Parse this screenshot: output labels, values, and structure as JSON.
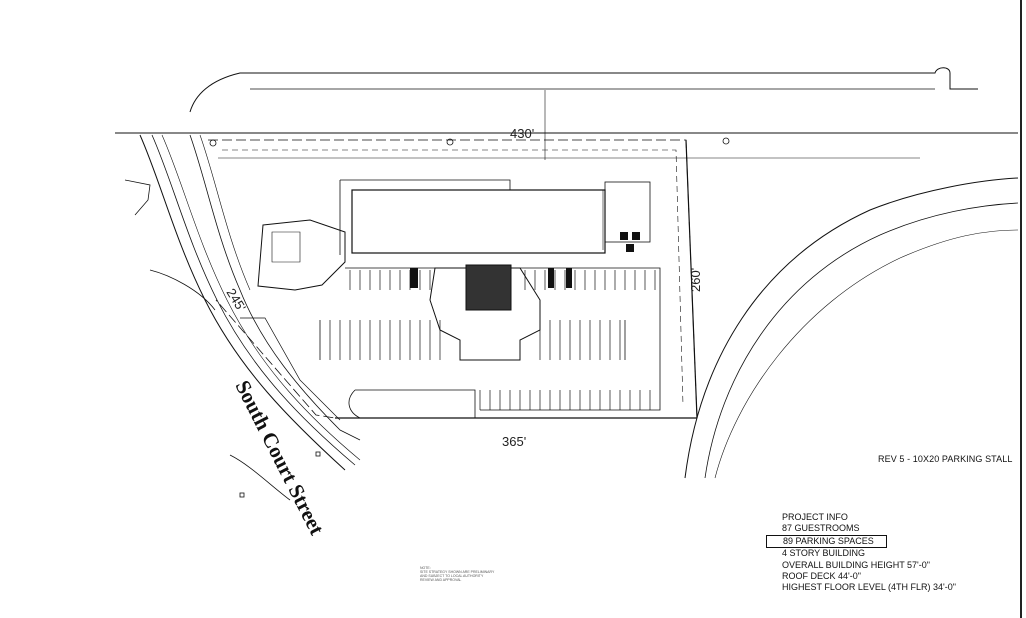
{
  "dimensions": {
    "top_frontage": "430'",
    "right_depth": "260'",
    "bottom_frontage": "365'",
    "left_frontage": "245'"
  },
  "street_name": "South Court Street",
  "revision_label": "REV 5 - 10X20 PARKING STALL",
  "project_info": {
    "lines": [
      "PROJECT INFO",
      "87 GUESTROOMS",
      "89 PARKING SPACES",
      "4 STORY BUILDING",
      "OVERALL BUILDING HEIGHT 57'-0\"",
      "ROOF DECK 44'-0\"",
      "HIGHEST FLOOR LEVEL (4TH FLR) 34'-0\""
    ]
  },
  "note": {
    "lines": [
      "NOTE:",
      "SITE STRATEGY SHOWN ARE PRELIMINARY",
      "AND SUBJECT TO LOCAL AUTHORITY",
      "REVIEW AND APPROVAL"
    ]
  }
}
